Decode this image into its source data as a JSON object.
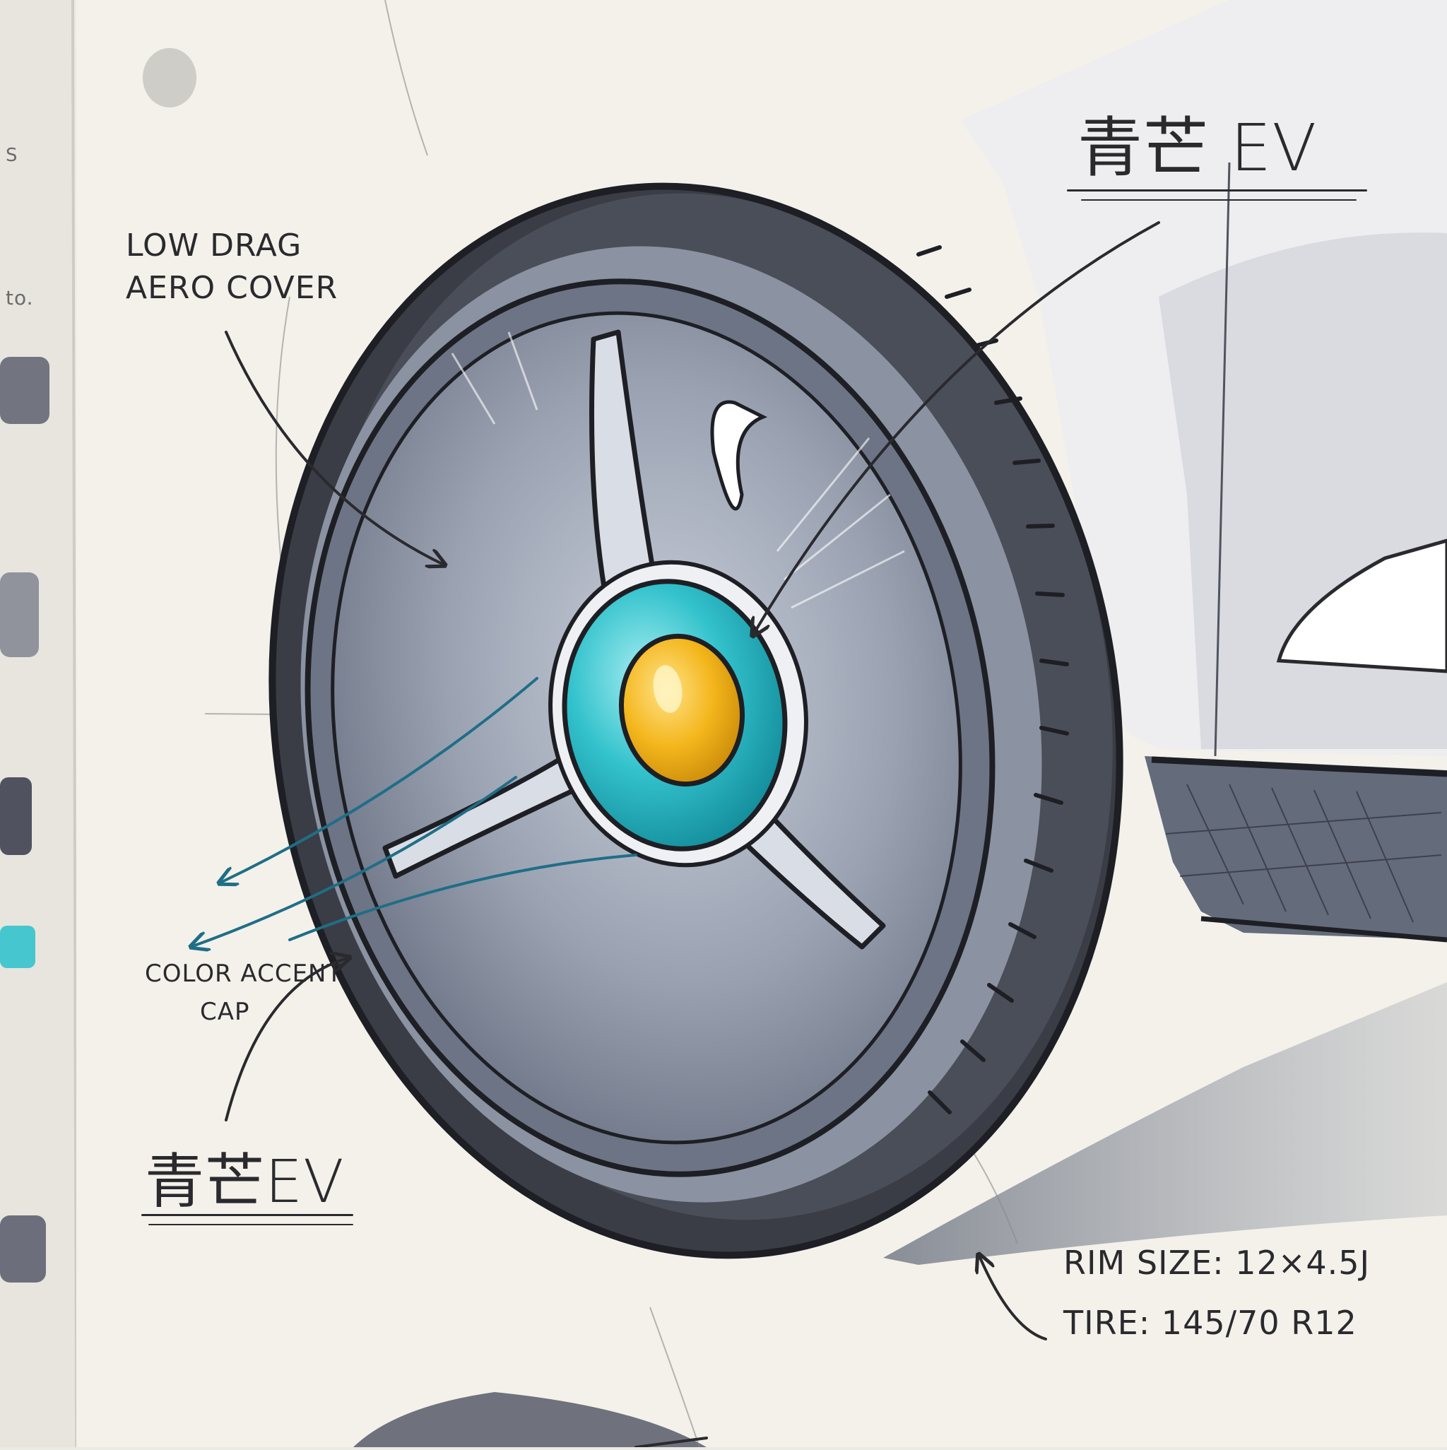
{
  "title_top": "青芒 EV",
  "title_bottom": "青芒EV",
  "callout_aero": {
    "line1": "LOW DRAG",
    "line2": "AERO COVER"
  },
  "callout_cap": {
    "line1": "COLOR ACCENT",
    "line2": "CAP"
  },
  "spec_rim": "RIM SIZE: 12×4.5J",
  "spec_tire": "TIRE: 145/70 R12",
  "margin_marks": {
    "s": "S",
    "to": "to."
  },
  "colors": {
    "paper": "#f3f1ea",
    "ink": "#2a2a2e",
    "tire": "#3a3d45",
    "cover": "#8e96a6",
    "cap_ring": "#2fb7c4",
    "cap_center": "#f2b418",
    "teal_arrow": "#1f6e86"
  }
}
